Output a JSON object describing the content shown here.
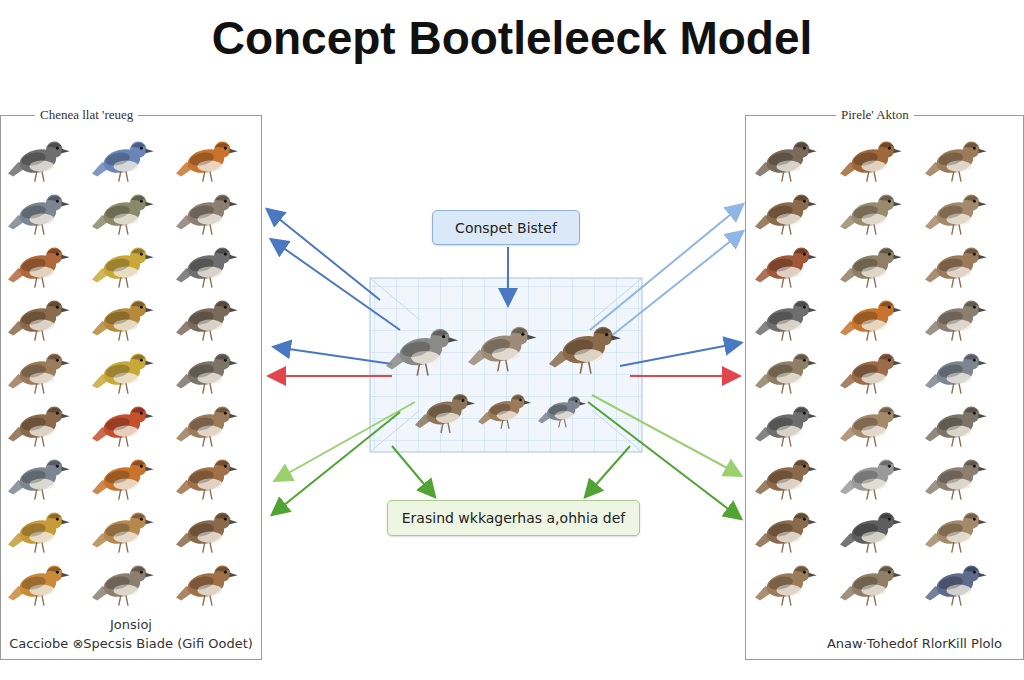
{
  "diagram": {
    "title": "Concept Bootleleeck Model",
    "nodes": [
      {
        "text": [
          "Chenea llat 'reueg",
          "Jonsioj",
          "Cacciobe ⊗Specsis Biade (Gifi Oodet)"
        ]
      },
      {
        "text": [
          "Conspet Bistef"
        ]
      },
      {
        "text": [
          "Erasind wkkagerhas a,ohhia def"
        ]
      },
      {
        "text": [
          "Pirele' Akton",
          "Anaw·Tohedof RlorKill Plolo"
        ]
      }
    ]
  }
}
